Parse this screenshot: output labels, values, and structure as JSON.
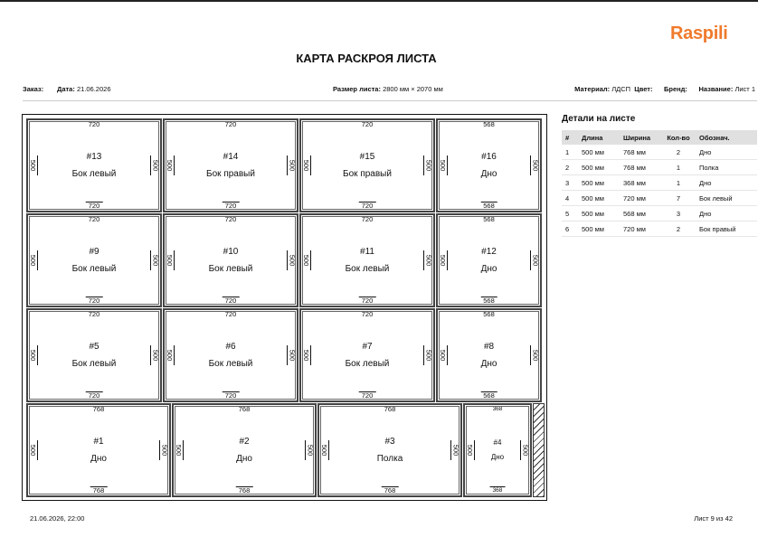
{
  "header": {
    "logo": "Raspili",
    "title": "КАРТА РАСКРОЯ ЛИСТА",
    "order_label": "Заказ:",
    "date_label": "Дата:",
    "date_value": "21.06.2026",
    "sheet_size_label": "Размер листа:",
    "sheet_size_value": "2800 мм × 2070 мм",
    "material_label": "Материал:",
    "material_value": "ЛДСП",
    "color_label": "Цвет:",
    "brand_label": "Бренд:",
    "name_label": "Название:",
    "name_value": "Лист 1"
  },
  "parts": [
    {
      "id": "#13",
      "name": "Бок левый",
      "w": "720",
      "h": "500"
    },
    {
      "id": "#14",
      "name": "Бок правый",
      "w": "720",
      "h": "500"
    },
    {
      "id": "#15",
      "name": "Бок правый",
      "w": "720",
      "h": "500"
    },
    {
      "id": "#16",
      "name": "Дно",
      "w": "568",
      "h": "500"
    },
    {
      "id": "#9",
      "name": "Бок левый",
      "w": "720",
      "h": "500"
    },
    {
      "id": "#10",
      "name": "Бок левый",
      "w": "720",
      "h": "500"
    },
    {
      "id": "#11",
      "name": "Бок левый",
      "w": "720",
      "h": "500"
    },
    {
      "id": "#12",
      "name": "Дно",
      "w": "568",
      "h": "500"
    },
    {
      "id": "#5",
      "name": "Бок левый",
      "w": "720",
      "h": "500"
    },
    {
      "id": "#6",
      "name": "Бок левый",
      "w": "720",
      "h": "500"
    },
    {
      "id": "#7",
      "name": "Бок левый",
      "w": "720",
      "h": "500"
    },
    {
      "id": "#8",
      "name": "Дно",
      "w": "568",
      "h": "500"
    },
    {
      "id": "#1",
      "name": "Дно",
      "w": "768",
      "h": "500"
    },
    {
      "id": "#2",
      "name": "Дно",
      "w": "768",
      "h": "500"
    },
    {
      "id": "#3",
      "name": "Полка",
      "w": "768",
      "h": "500"
    },
    {
      "id": "#4",
      "name": "Дно",
      "w": "368",
      "h": "500"
    }
  ],
  "details": {
    "title": "Детали на листе",
    "columns": [
      "#",
      "Длина",
      "Ширина",
      "Кол-во",
      "Обознач."
    ],
    "rows": [
      [
        "1",
        "500 мм",
        "768 мм",
        "2",
        "Дно"
      ],
      [
        "2",
        "500 мм",
        "768 мм",
        "1",
        "Полка"
      ],
      [
        "3",
        "500 мм",
        "368 мм",
        "1",
        "Дно"
      ],
      [
        "4",
        "500 мм",
        "720 мм",
        "7",
        "Бок левый"
      ],
      [
        "5",
        "500 мм",
        "568 мм",
        "3",
        "Дно"
      ],
      [
        "6",
        "500 мм",
        "720 мм",
        "2",
        "Бок правый"
      ]
    ]
  },
  "footer": {
    "timestamp": "21.06.2026, 22:00",
    "page": "Лист 9 из 42"
  }
}
